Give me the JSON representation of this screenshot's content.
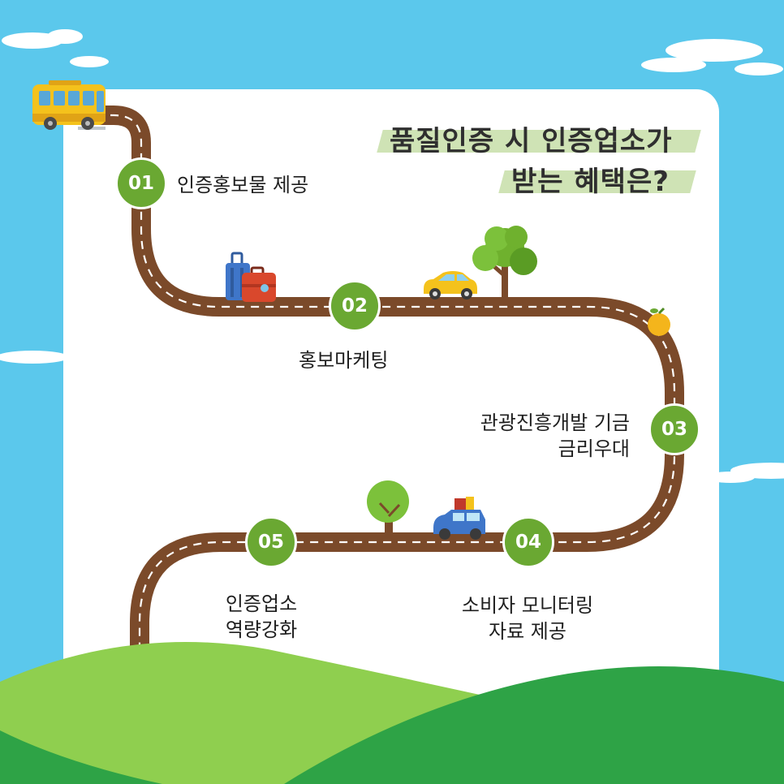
{
  "title": {
    "line1": "품질인증 시 인증업소가",
    "line2": "받는 혜택은?"
  },
  "steps": [
    {
      "number": "01",
      "label_lines": [
        "인증홍보물 제공"
      ]
    },
    {
      "number": "02",
      "label_lines": [
        "홍보마케팅"
      ]
    },
    {
      "number": "03",
      "label_lines": [
        "관광진흥개발 기금",
        "금리우대"
      ]
    },
    {
      "number": "04",
      "label_lines": [
        "소비자 모니터링",
        "자료 제공"
      ]
    },
    {
      "number": "05",
      "label_lines": [
        "인증업소",
        "역량강화"
      ]
    }
  ],
  "colors": {
    "sky": "#5bc8ec",
    "card": "#ffffff",
    "road": "#7b4a2a",
    "road_dash": "#ffffff",
    "badge": "#6aa832",
    "hill_light": "#8fcf4f",
    "hill_dark": "#2ea346",
    "title_highlight": "#cfe3b5"
  },
  "decorations": [
    "bus-icon",
    "luggage-icon",
    "car-icon",
    "tree-icon",
    "orange-icon",
    "car-with-luggage-icon",
    "tree-icon",
    "cloud-icon"
  ]
}
